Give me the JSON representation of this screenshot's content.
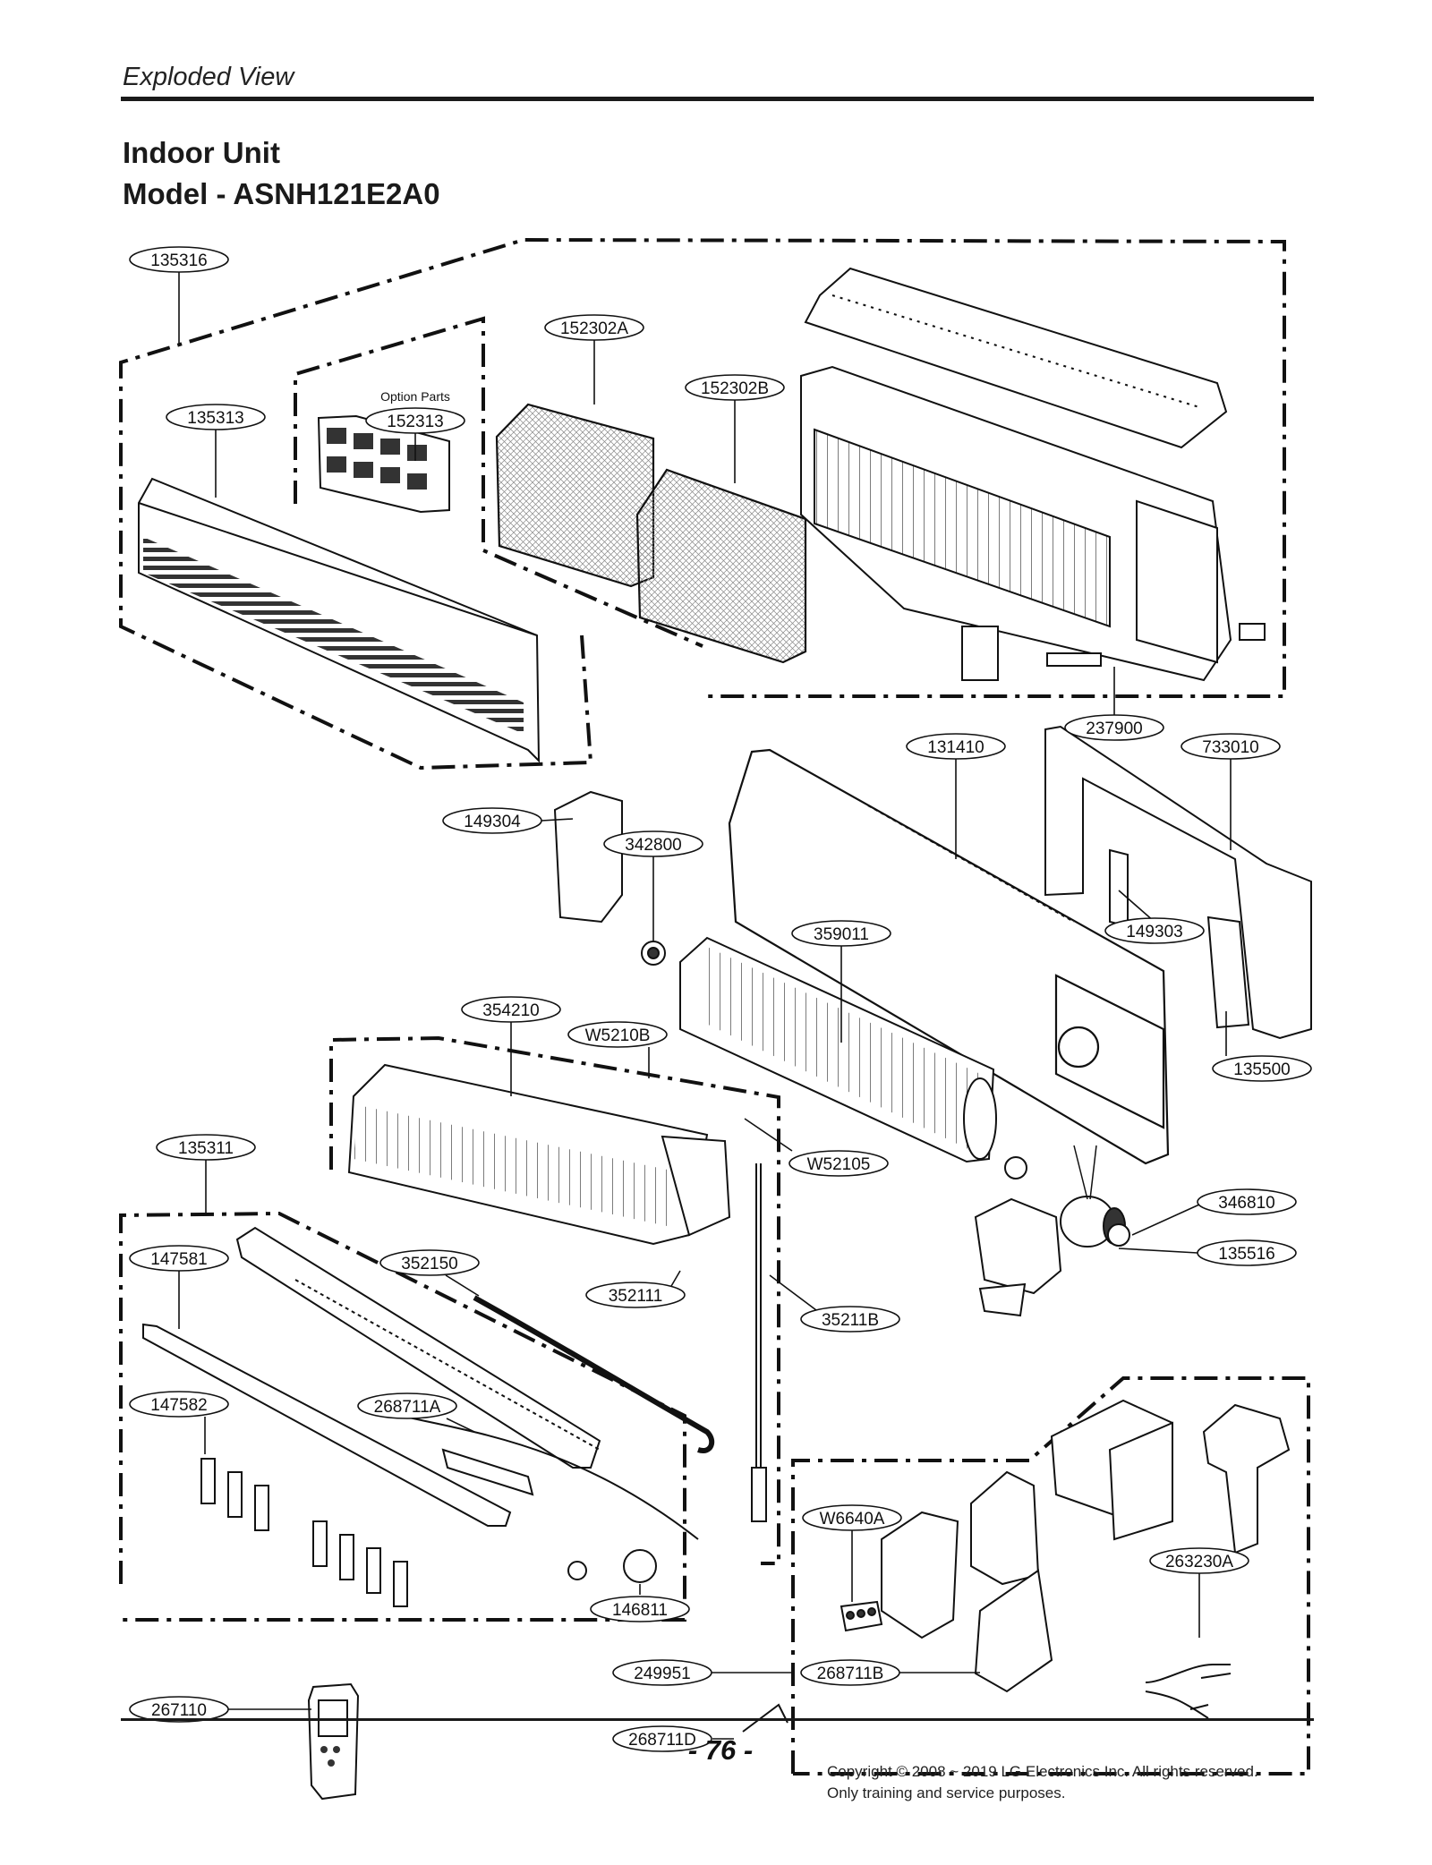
{
  "header": {
    "section": "Exploded View",
    "title_line1": "Indoor Unit",
    "title_line2": "Model - ASNH121E2A0"
  },
  "footer": {
    "page_number": "- 76 -",
    "copyright_line1": "Copyright © 2008 ~ 2019 LG Electronics Inc. All rights reserved.",
    "copyright_line2": "Only training and service purposes."
  },
  "diagram": {
    "option_parts": "Option Parts",
    "part_numbers": [
      "135316",
      "135313",
      "152313",
      "152302A",
      "152302B",
      "237900",
      "131410",
      "733010",
      "149304",
      "342800",
      "149303",
      "359011",
      "135500",
      "354210",
      "W5210B",
      "W52105",
      "135311",
      "346810",
      "147581",
      "352150",
      "352111",
      "35211B",
      "135516",
      "147582",
      "268711A",
      "W6640A",
      "263230A",
      "146811",
      "249951",
      "268711B",
      "267110",
      "268711D"
    ]
  }
}
